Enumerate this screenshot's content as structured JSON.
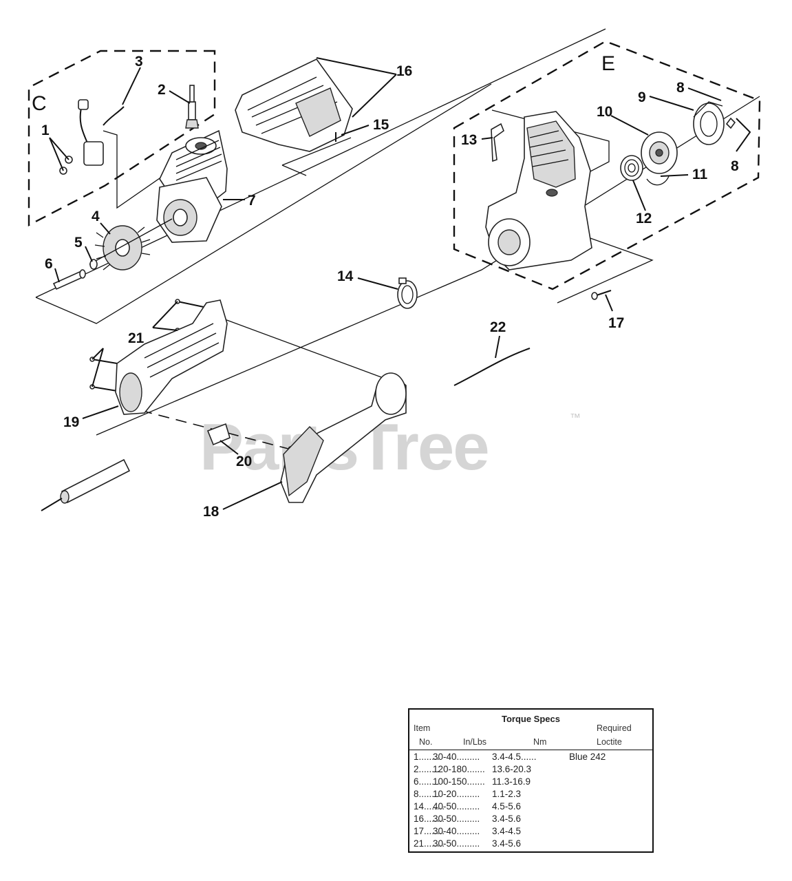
{
  "callouts": [
    "1",
    "2",
    "3",
    "4",
    "5",
    "6",
    "7",
    "8",
    "8",
    "9",
    "10",
    "11",
    "12",
    "13",
    "14",
    "15",
    "16",
    "17",
    "18",
    "19",
    "20",
    "21",
    "22"
  ],
  "group_letters": [
    "C",
    "E"
  ],
  "watermark": {
    "text": "PartsTree",
    "tm": "™"
  },
  "torque_table": {
    "title": "Torque Specs",
    "header": {
      "item_top": "Item",
      "item_bottom": "No.",
      "inlbs": "In/Lbs",
      "nm": "Nm",
      "loctite_top": "Required",
      "loctite_bottom": "Loctite"
    },
    "rows": [
      {
        "item": "1",
        "inlbs": "30-40",
        "nm": "3.4-4.5",
        "loctite": "Blue 242"
      },
      {
        "item": "2",
        "inlbs": "120-180",
        "nm": "13.6-20.3",
        "loctite": ""
      },
      {
        "item": "6",
        "inlbs": "100-150",
        "nm": "11.3-16.9",
        "loctite": ""
      },
      {
        "item": "8",
        "inlbs": "10-20",
        "nm": "1.1-2.3",
        "loctite": ""
      },
      {
        "item": "14",
        "inlbs": "40-50",
        "nm": "4.5-5.6",
        "loctite": ""
      },
      {
        "item": "16",
        "inlbs": "30-50",
        "nm": "3.4-5.6",
        "loctite": ""
      },
      {
        "item": "17",
        "inlbs": "30-40",
        "nm": "3.4-4.5",
        "loctite": ""
      },
      {
        "item": "21",
        "inlbs": "30-50",
        "nm": "3.4-5.6",
        "loctite": ""
      }
    ]
  }
}
